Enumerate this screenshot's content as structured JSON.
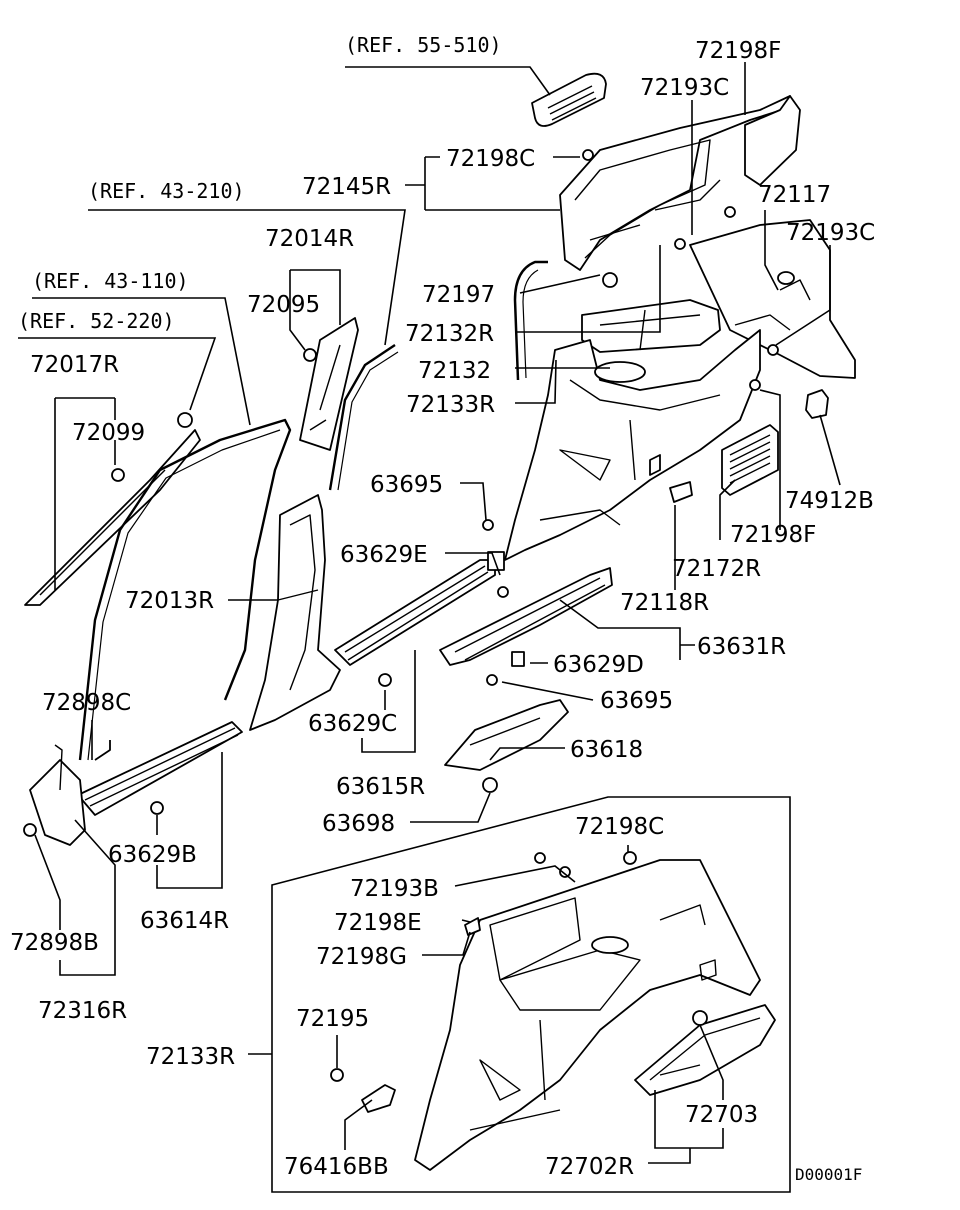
{
  "references": {
    "ref_55_510": "(REF. 55-510)",
    "ref_43_210": "(REF. 43-210)",
    "ref_43_110": "(REF. 43-110)",
    "ref_52_220": "(REF. 52-220)"
  },
  "parts": {
    "p72198F_top": "72198F",
    "p72193C_top": "72193C",
    "p72198C_top": "72198C",
    "p72145R": "72145R",
    "p72117": "72117",
    "p72193C_right": "72193C",
    "p72014R": "72014R",
    "p72095": "72095",
    "p72197": "72197",
    "p72132R": "72132R",
    "p72132": "72132",
    "p72133R_top": "72133R",
    "p72017R": "72017R",
    "p72099": "72099",
    "p63695_top": "63695",
    "p74912B": "74912B",
    "p72198F_right": "72198F",
    "p63629E": "63629E",
    "p72172R": "72172R",
    "p72013R": "72013R",
    "p72118R": "72118R",
    "p63631R": "63631R",
    "p63629D": "63629D",
    "p72898C": "72898C",
    "p63695_mid": "63695",
    "p63629C": "63629C",
    "p63618": "63618",
    "p63615R": "63615R",
    "p63698": "63698",
    "p63629B": "63629B",
    "p72198C_inset": "72198C",
    "p72193B": "72193B",
    "p63614R": "63614R",
    "p72198E": "72198E",
    "p72898B": "72898B",
    "p72198G": "72198G",
    "p72316R": "72316R",
    "p72195": "72195",
    "p72133R_inset": "72133R",
    "p72703": "72703",
    "p76416BB": "76416BB",
    "p72702R": "72702R"
  },
  "diagram_code": "D00001F"
}
